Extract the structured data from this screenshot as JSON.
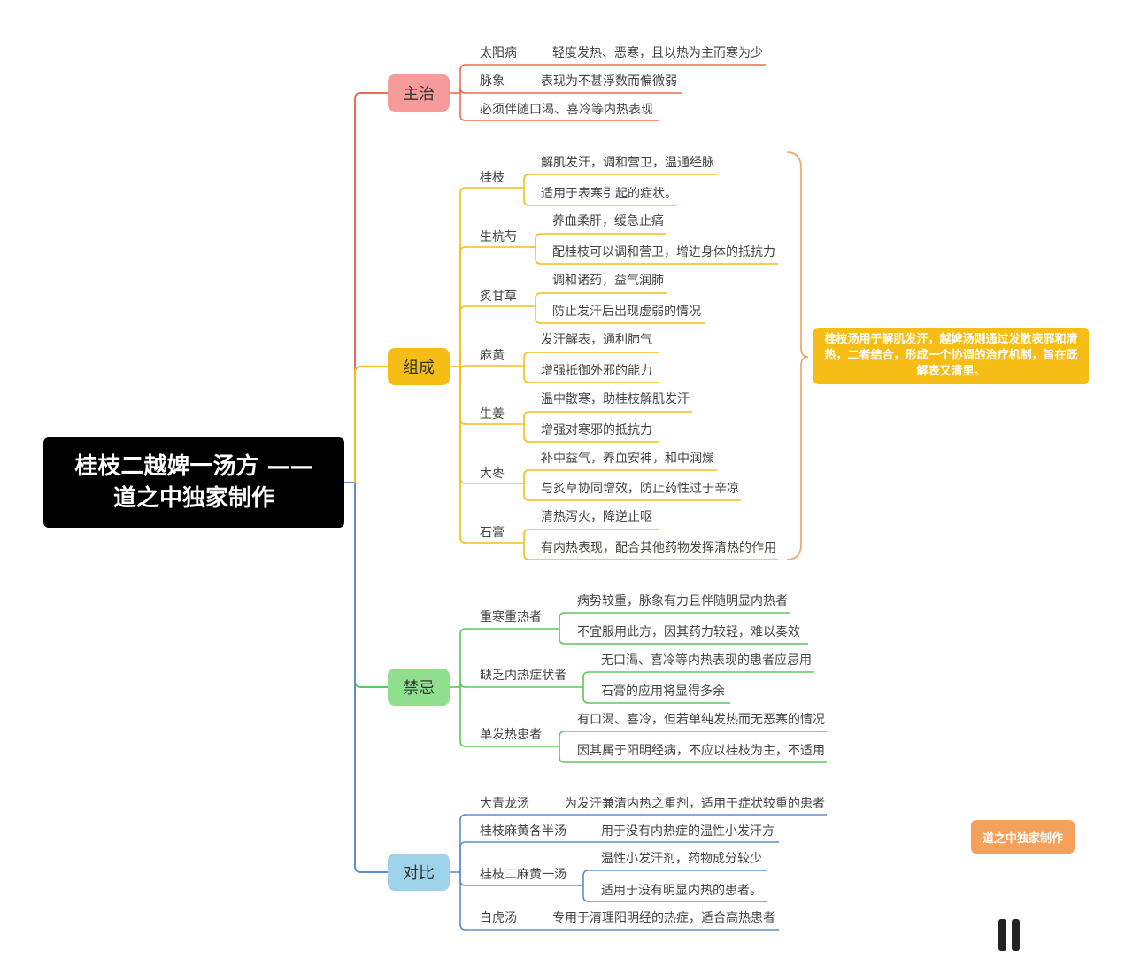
{
  "root": {
    "line1": "桂枝二越婢一汤方 ——",
    "line2": "道之中独家制作"
  },
  "categories": [
    {
      "label": "主治",
      "color": "#f69a9a",
      "line_color": "#ee6c4d",
      "groups": [
        {
          "label": "太阳病",
          "texts": [
            "轻度发热、恶寒，且以热为主而寒为少"
          ]
        },
        {
          "label": "脉象",
          "texts": [
            "表现为不甚浮数而偏微弱"
          ]
        },
        {
          "label": "必须伴随口渴、喜冷等内热表现",
          "texts": []
        }
      ]
    },
    {
      "label": "组成",
      "color": "#f6bd16",
      "line_color": "#f6bd16",
      "groups": [
        {
          "label": "桂枝",
          "texts": [
            "解肌发汗，调和营卫，温通经脉",
            "适用于表寒引起的症状。"
          ]
        },
        {
          "label": "生杭芍",
          "texts": [
            "养血柔肝，缓急止痛",
            "配桂枝可以调和营卫，增进身体的抵抗力"
          ]
        },
        {
          "label": "炙甘草",
          "texts": [
            "调和诸药，益气润肺",
            "防止发汗后出现虚弱的情况"
          ]
        },
        {
          "label": "麻黄",
          "texts": [
            "发汗解表，通利肺气",
            "增强抵御外邪的能力"
          ]
        },
        {
          "label": "生姜",
          "texts": [
            "温中散寒，助桂枝解肌发汗",
            "增强对寒邪的抵抗力"
          ]
        },
        {
          "label": "大枣",
          "texts": [
            "补中益气，养血安神，和中润燥",
            "与炙草协同增效，防止药性过于辛凉"
          ]
        },
        {
          "label": "石膏",
          "texts": [
            "清热泻火，降逆止呕",
            "有内热表现，配合其他药物发挥清热的作用"
          ]
        }
      ]
    },
    {
      "label": "禁忌",
      "color": "#8fdf8f",
      "line_color": "#5ac85a",
      "groups": [
        {
          "label": "重寒重热者",
          "texts": [
            "病势较重，脉象有力且伴随明显内热者",
            "不宜服用此方，因其药力较轻，难以奏效"
          ]
        },
        {
          "label": "缺乏内热症状者",
          "texts": [
            "无口渴、喜冷等内热表现的患者应忌用",
            "石膏的应用将显得多余"
          ]
        },
        {
          "label": "单发热患者",
          "texts": [
            "有口渴、喜冷，但若单纯发热而无恶寒的情况",
            "因其属于阳明经病，不应以桂枝为主，不适用"
          ]
        }
      ]
    },
    {
      "label": "对比",
      "color": "#9fd3ea",
      "line_color": "#5b8fd0",
      "groups": [
        {
          "label": "大青龙汤",
          "texts": [
            "为发汗兼清内热之重剂，适用于症状较重的患者"
          ]
        },
        {
          "label": "桂枝麻黄各半汤",
          "texts": [
            "用于没有内热症的温性小发汗方"
          ]
        },
        {
          "label": "桂枝二麻黄一汤",
          "texts": [
            "温性小发汗剂，药物成分较少",
            "适用于没有明显内热的患者。"
          ]
        },
        {
          "label": "白虎汤",
          "texts": [
            "专用于清理阳明经的热症，适合高热患者"
          ]
        }
      ]
    }
  ],
  "summary": "桂枝汤用于解肌发汗，越婢汤则通过发散表邪和清热，二者结合，形成一个协调的治疗机制，旨在既解表又清里。",
  "summary_color": "#f6bd16",
  "bracket_color": "#f0a060",
  "badge": "道之中独家制作",
  "badge_color": "#f5a05b",
  "root_line_color": "#5b8fd0"
}
